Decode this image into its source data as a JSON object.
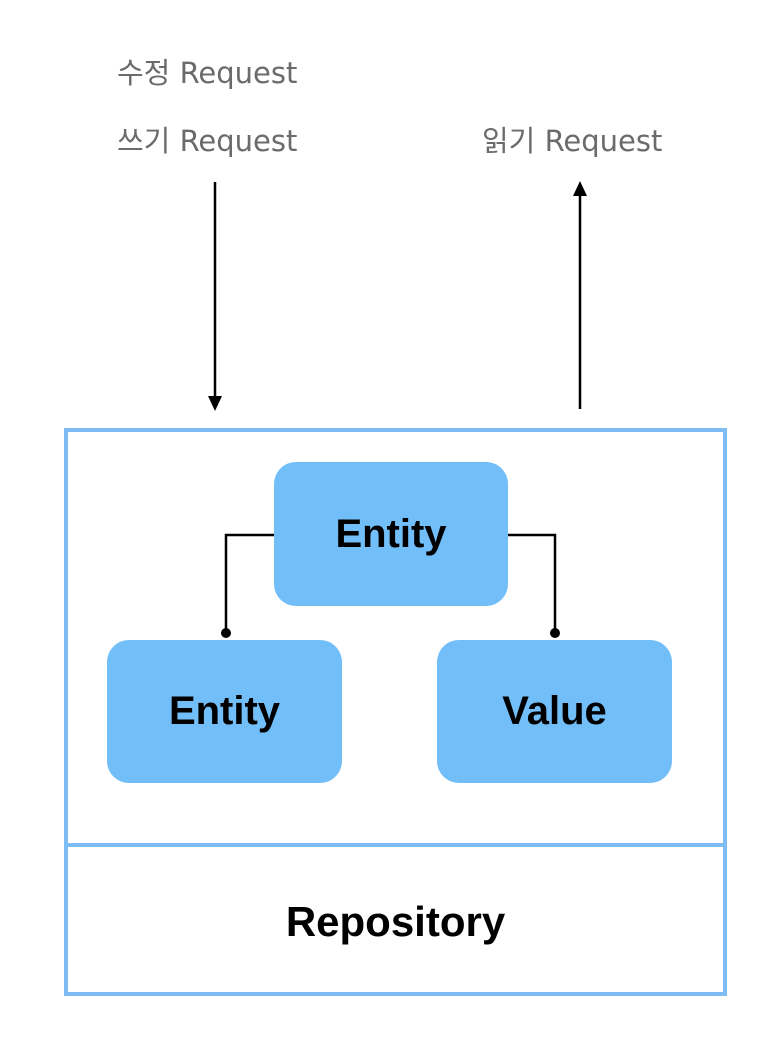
{
  "labels": {
    "edit_request": "수정 Request",
    "write_request": "쓰기 Request",
    "read_request": "읽기 Request"
  },
  "nodes": {
    "root_entity": "Entity",
    "child_entity": "Entity",
    "value": "Value"
  },
  "layers": {
    "repository": "Repository"
  },
  "colors": {
    "node_fill": "#72bef8",
    "border": "#7dbdf3",
    "label_text": "#6b6b6b",
    "line": "#000000"
  }
}
